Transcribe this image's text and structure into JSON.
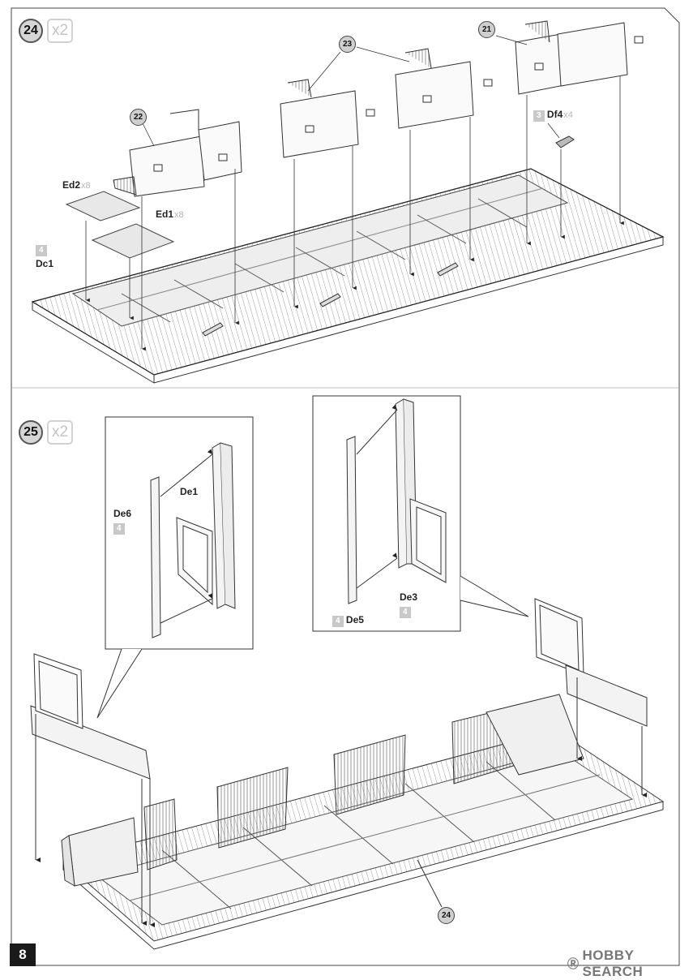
{
  "page_number": "8",
  "watermark": {
    "text": "HOBBY SEARCH",
    "icon": "registered-mark-icon"
  },
  "step24": {
    "number": "24",
    "multiplier": "x2",
    "callouts": [
      "21",
      "22",
      "23"
    ],
    "parts": {
      "ed2": {
        "name": "Ed2",
        "qty": "x8"
      },
      "ed1": {
        "name": "Ed1",
        "qty": "x8"
      },
      "dc1": {
        "name": "Dc1",
        "box": "4"
      },
      "df4": {
        "name": "Df4",
        "qty": "x4",
        "box": "3"
      }
    }
  },
  "step25": {
    "number": "25",
    "multiplier": "x2",
    "callout_ref": "24",
    "detail_left": {
      "de6": "De6",
      "de6_box": "4",
      "de1": "De1"
    },
    "detail_right": {
      "de5": "De5",
      "de5_box": "4",
      "de3": "De3",
      "de3_box": "4"
    }
  }
}
